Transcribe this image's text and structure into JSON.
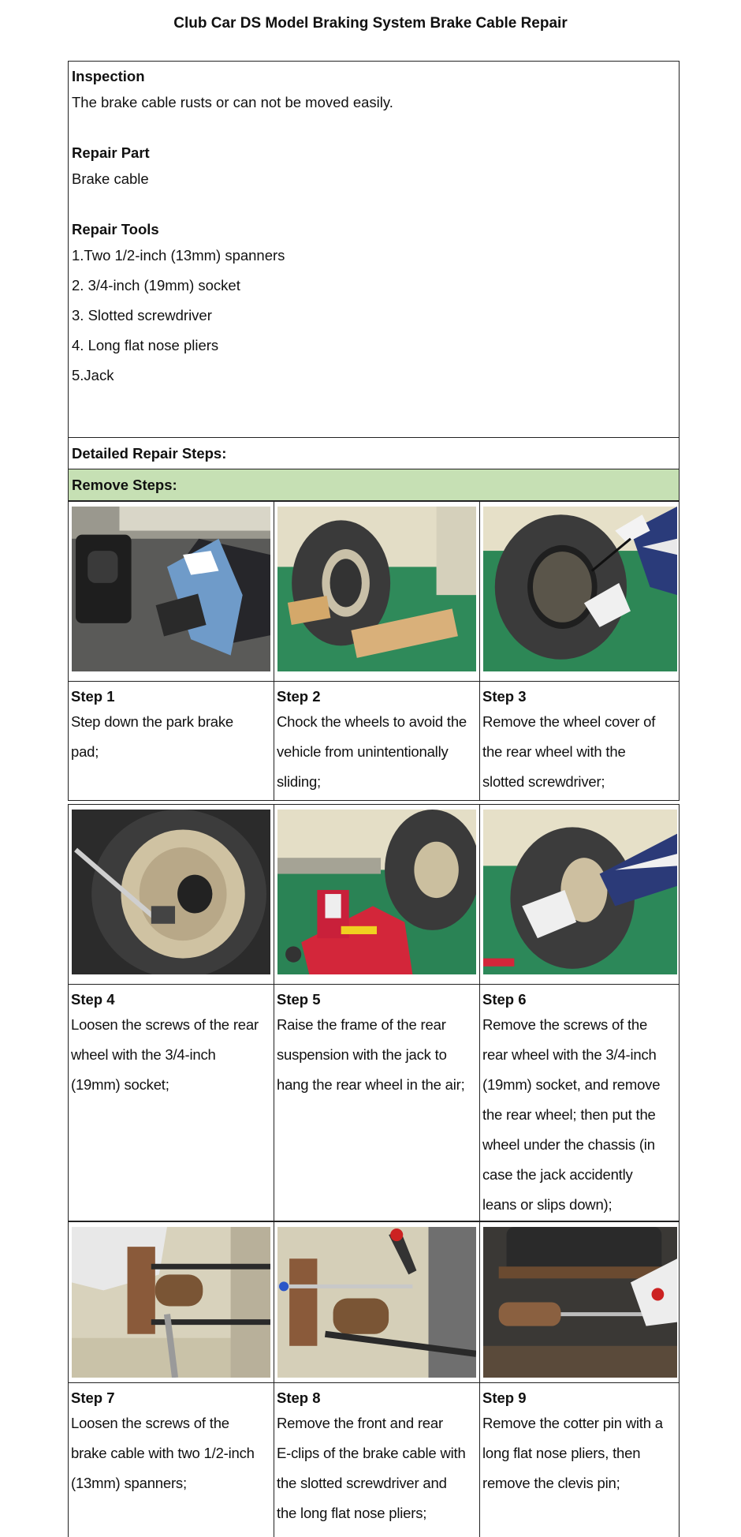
{
  "title": "Club Car DS Model Braking System Brake Cable Repair",
  "inspection": {
    "heading": "Inspection",
    "text": "The brake cable rusts or can not be moved easily."
  },
  "repair_part": {
    "heading": "Repair Part",
    "text": "Brake cable"
  },
  "repair_tools": {
    "heading": "Repair Tools",
    "items": [
      "1.Two 1/2-inch (13mm) spanners",
      "2. 3/4-inch (19mm) socket",
      "3. Slotted screwdriver",
      "4. Long flat nose pliers",
      "5.Jack"
    ]
  },
  "detailed_heading": "Detailed Repair Steps:",
  "remove_heading": "Remove Steps:",
  "steps": [
    {
      "label": "Step 1",
      "lines": [
        "Step down the park brake",
        "pad;"
      ]
    },
    {
      "label": "Step 2",
      "lines": [
        "Chock the wheels to avoid the",
        "vehicle from unintentionally",
        "sliding;"
      ]
    },
    {
      "label": "Step 3",
      "lines": [
        "Remove the wheel cover of",
        "the rear wheel with the",
        "slotted screwdriver;"
      ]
    },
    {
      "label": "Step 4",
      "lines": [
        "Loosen the screws of the rear",
        "wheel with the 3/4-inch",
        "(19mm) socket;"
      ]
    },
    {
      "label": "Step 5",
      "lines": [
        "Raise the frame of the rear",
        "suspension with the jack to",
        "hang the rear wheel in the air;"
      ]
    },
    {
      "label": "Step 6",
      "lines": [
        "Remove the screws of the",
        "rear wheel with the 3/4-inch",
        "(19mm) socket, and remove",
        "the rear wheel; then put the",
        "wheel under the chassis (in",
        "case the jack accidently",
        "leans or slips down);"
      ]
    },
    {
      "label": "Step 7",
      "lines": [
        "Loosen the screws of the",
        "brake cable with two 1/2-inch",
        "(13mm) spanners;"
      ]
    },
    {
      "label": "Step 8",
      "lines": [
        "Remove the front and rear",
        "E-clips of the brake cable with",
        "the slotted screwdriver and",
        "the long flat nose pliers;"
      ]
    },
    {
      "label": "Step 9",
      "lines": [
        "Remove the cotter pin with a",
        "long flat nose pliers, then",
        "remove the clevis pin;"
      ]
    }
  ]
}
